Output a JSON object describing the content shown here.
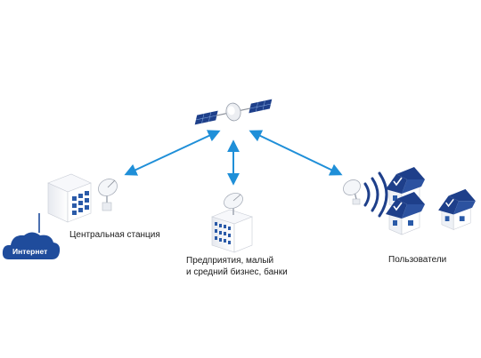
{
  "nodes": {
    "internet": {
      "label": "Интернет"
    },
    "central_station": {
      "label": "Центральная станция"
    },
    "business": {
      "label_line1": "Предприятия, малый",
      "label_line2": "и средний бизнес, банки"
    },
    "users": {
      "label": "Пользователи"
    }
  },
  "colors": {
    "arrow": "#1f8fd8",
    "roof": "#1e3f8a",
    "cloud": "#1f4c9c",
    "building_face": "#f2f4f8",
    "window": "#2a5aa8"
  },
  "icons": [
    "satellite-icon",
    "dish-icon",
    "cloud-icon",
    "server-building-icon",
    "office-building-icon",
    "house-icon",
    "signal-waves-icon"
  ]
}
